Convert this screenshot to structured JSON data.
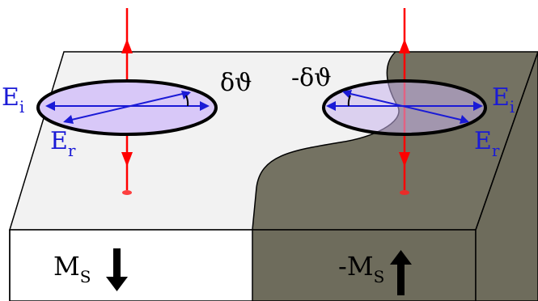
{
  "colors": {
    "beam": "#ff0000",
    "field": "#1a1ad6",
    "domain_dark": "#6e6c5c",
    "domain_top": "#747262",
    "surface": "#f2f2f2",
    "ellipse_fill": "#d8c8f8",
    "outline": "#000000"
  },
  "left_domain": {
    "incident_label": "E",
    "incident_sub": "i",
    "reflected_label": "E",
    "reflected_sub": "r",
    "rotation_label": "δϑ",
    "magnetization_label": "M",
    "magnetization_sub": "S",
    "magnetization_direction": "down"
  },
  "right_domain": {
    "incident_label": "E",
    "incident_sub": "i",
    "reflected_label": "E",
    "reflected_sub": "r",
    "rotation_label": "-δϑ",
    "magnetization_label": "-M",
    "magnetization_sub": "S",
    "magnetization_direction": "up"
  }
}
